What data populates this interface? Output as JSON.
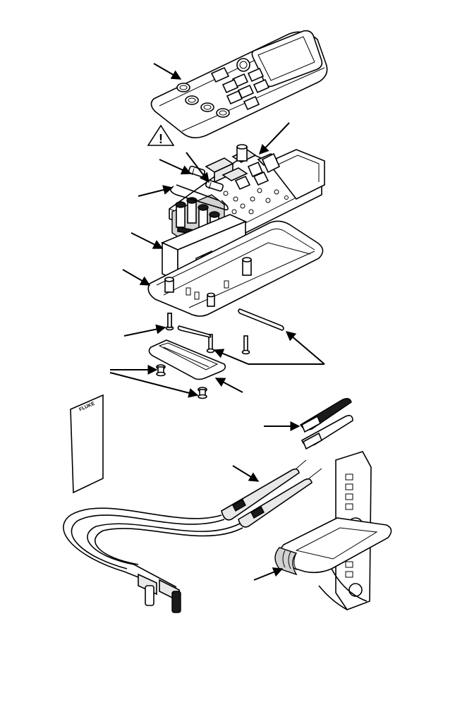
{
  "diagram": {
    "labels": {
      "warning_symbol": "!",
      "manual_brand": "FLUKE"
    },
    "colors": {
      "line": "#000000",
      "fill_light": "#e8e8e8",
      "fill_mid": "#d2d2d2",
      "fill_dark": "#1a1a1a",
      "background": "#ffffff"
    },
    "parts": [
      "case-top",
      "warning-symbol",
      "pcb-assembly",
      "fuse",
      "fuse",
      "battery-strap",
      "battery-9v",
      "case-bottom",
      "screw",
      "battery-door",
      "battery-door-screws",
      "case-screws-and-feet",
      "manual",
      "alligator-clips",
      "test-leads",
      "holster"
    ]
  }
}
